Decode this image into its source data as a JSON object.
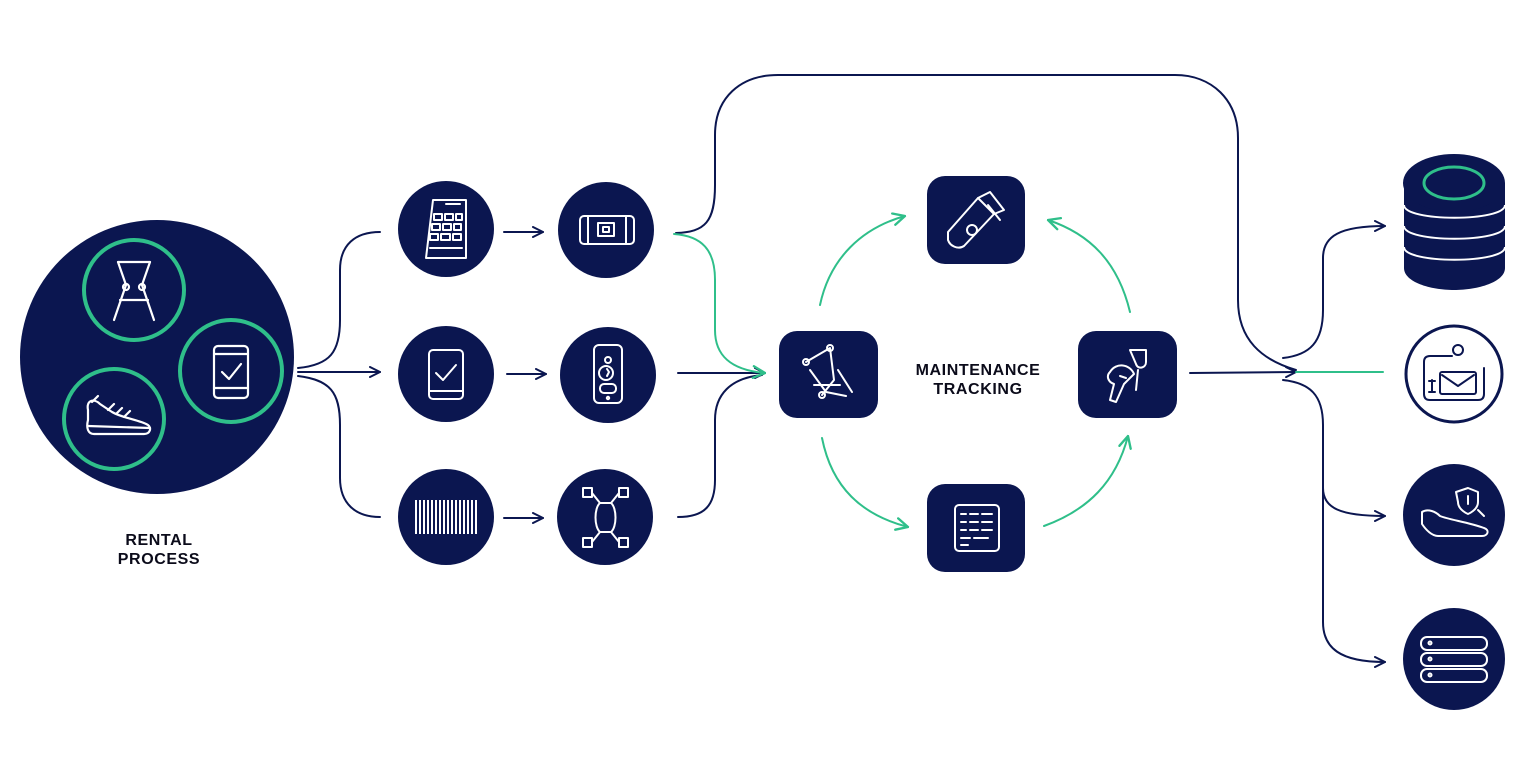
{
  "colors": {
    "navy": "#0b1650",
    "green": "#2fbf8a",
    "white": "#ffffff",
    "text": "#0b0b1a"
  },
  "rental_process": {
    "label_line1": "RENTAL",
    "label_line2": "PROCESS",
    "icons": [
      "harness-icon",
      "phone-check-icon",
      "shoe-icon"
    ]
  },
  "maintenance_tracking": {
    "label_line1": "MAINTENANCE",
    "label_line2": "TRACKING"
  }
}
